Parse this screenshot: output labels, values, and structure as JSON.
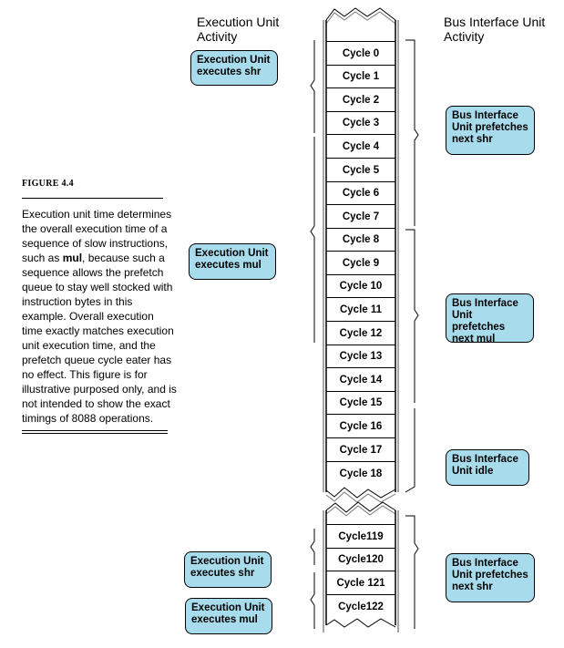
{
  "headers": {
    "execution_line1": "Execution Unit",
    "execution_line2": "Activity",
    "bus_line1": "Bus Interface Unit",
    "bus_line2": "Activity"
  },
  "figure": {
    "title": "FIGURE 4.4",
    "text_before": "Execution unit time determines the overall execution time of a sequence of slow instructions, such as ",
    "text_bold": "mul",
    "text_after": ", because such a  sequence allows the prefetch queue to stay well stocked with instruction bytes in this example. Overall execution time exactly matches execution unit execution time, and the prefetch queue cycle eater has no effect. This figure is for illustrative purposed only, and is not intended to show the exact timings of 8088  operations."
  },
  "cycles_top": [
    "Cycle 0",
    "Cycle 1",
    "Cycle 2",
    "Cycle 3",
    "Cycle 4",
    "Cycle 5",
    "Cycle 6",
    "Cycle 7",
    "Cycle 8",
    "Cycle 9",
    "Cycle 10",
    "Cycle 11",
    "Cycle 12",
    "Cycle 13",
    "Cycle 14",
    "Cycle 15",
    "Cycle 16",
    "Cycle 17",
    "Cycle 18"
  ],
  "cycles_bottom": [
    "Cycle119",
    "Cycle120",
    "Cycle 121",
    "Cycle122"
  ],
  "eu_callouts": [
    {
      "line1": "Execution Unit",
      "line2": "executes shr"
    },
    {
      "line1": "Execution Unit",
      "line2": "executes mul"
    },
    {
      "line1": "Execution Unit",
      "line2": "executes shr"
    },
    {
      "line1": "Execution Unit",
      "line2": "executes mul"
    }
  ],
  "biu_callouts": [
    {
      "line1": "Bus Interface",
      "line2": "Unit prefetches",
      "line3": "next shr"
    },
    {
      "line1": "Bus Interface",
      "line2": "Unit prefetches",
      "line3": "next mul"
    },
    {
      "line1": "Bus Interface",
      "line2": "Unit idle",
      "line3": ""
    },
    {
      "line1": "Bus Interface",
      "line2": "Unit prefetches",
      "line3": "next shr"
    }
  ],
  "colors": {
    "callout_fill": "#a8dcec",
    "stroke": "#000000",
    "background": "#ffffff"
  }
}
